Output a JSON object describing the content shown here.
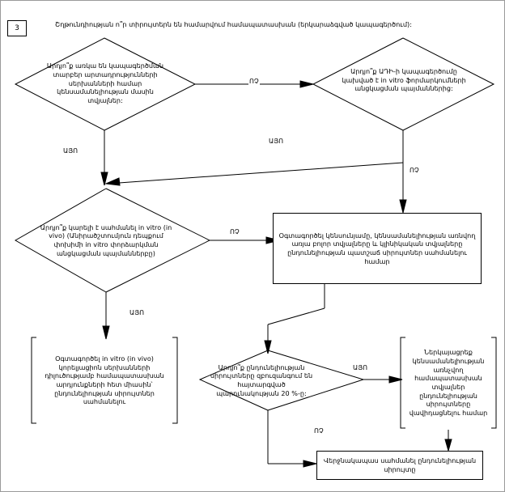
{
  "page": {
    "title": "Շղթունդիության ո՞ր տիրույտերն են համարվում համապատասխան (երկարաձգված կապագերծում):",
    "page_number": "3"
  },
  "nodes": {
    "d1": "Արդյո՞ք առկա են կապագերծման տարբեր արտադրությունների սերխանների համար կենսամանելիության մասին տվյալներ:",
    "d2": "Արդյո՞ք ԱԴԻ-ի կապագերծումը կախված է in vitro ֆորմարկումների անցկացման պայմաններից:",
    "d3": "Արդյո՞ք կարելի է սահմանել in vitro (in vivo) (Անիրածշտումյուն դեպքում փոխիմի in vitro փորձարկման անցկացման պայմաններբը)",
    "d4": "Արդյո՞ք ընդունելիության սիրույտները զբուզանգում են հայտարգված պարունակության 20 %-ը:",
    "p1": "Օգտագործել կենսունյամը, կենսամանելիության առնվող առյա բոլոր տվյալները և կլինիկական տվյալները ընդունելիության պատշաճ սիրույտներ սահմանելու համար",
    "p2": "Օգտագործել in vitro (in vivo) կորելյացիոն սերխանների դիլուծությամբ համապատասխան արդյունքների հետ միասին՝ ընդունելիության սիրույտներ սահմանելու",
    "p3": "Ներկայացրեք կենսամանելիության առնչվող համապատասխան տվյալներ ընդունելիության սիրույտները վավիդացնելու համար",
    "p4": "Վերջնակապաս սահմանել ընդունելիության սիրույտը"
  },
  "labels": {
    "no1": "ՈՉ",
    "yes1": "ԱՅՈ",
    "yes2": "ԱՅՈ",
    "no2": "ՈՉ",
    "no3": "ՈՉ",
    "yes3": "ԱՅՈ",
    "yes4": "ԱՅՈ",
    "no4": "ՈՉ"
  },
  "colors": {
    "line": "#000000",
    "background": "#ffffff"
  }
}
